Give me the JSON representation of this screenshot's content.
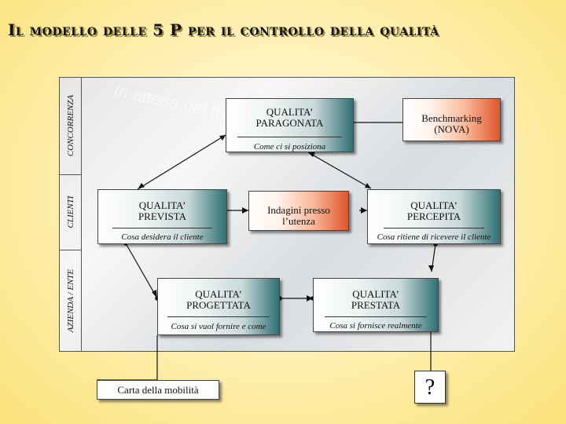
{
  "title": "Il modello delle 5 P per il controllo della qualità",
  "background_text": "In attesa del treno",
  "side_labels": {
    "concorrenza": "CONCORRENZA",
    "clienti": "CLIENTI",
    "azienda": "AZIENDA / ENTE"
  },
  "boxes": {
    "paragonata": {
      "label": "QUALITA’\nPARAGONATA",
      "sub": "Come ci si posiziona"
    },
    "benchmarking": {
      "label": "Benchmarking\n(NOVA)"
    },
    "prevista": {
      "label": "QUALITA’\nPREVISTA",
      "sub": "Cosa desidera il cliente"
    },
    "indagini": {
      "label": "Indagini presso\nl’utenza"
    },
    "percepita": {
      "label": "QUALITA’\nPERCEPITA",
      "sub": "Cosa ritiene di ricevere il cliente"
    },
    "progettata": {
      "label": "QUALITA’\nPROGETTATA",
      "sub": "Cosa si vuol fornire e come"
    },
    "prestata": {
      "label": "QUALITA’\nPRESTATA",
      "sub": "Cosa si fornisce realmente"
    },
    "carta": {
      "label": "Carta della mobilità"
    },
    "question": {
      "label": "?"
    }
  }
}
